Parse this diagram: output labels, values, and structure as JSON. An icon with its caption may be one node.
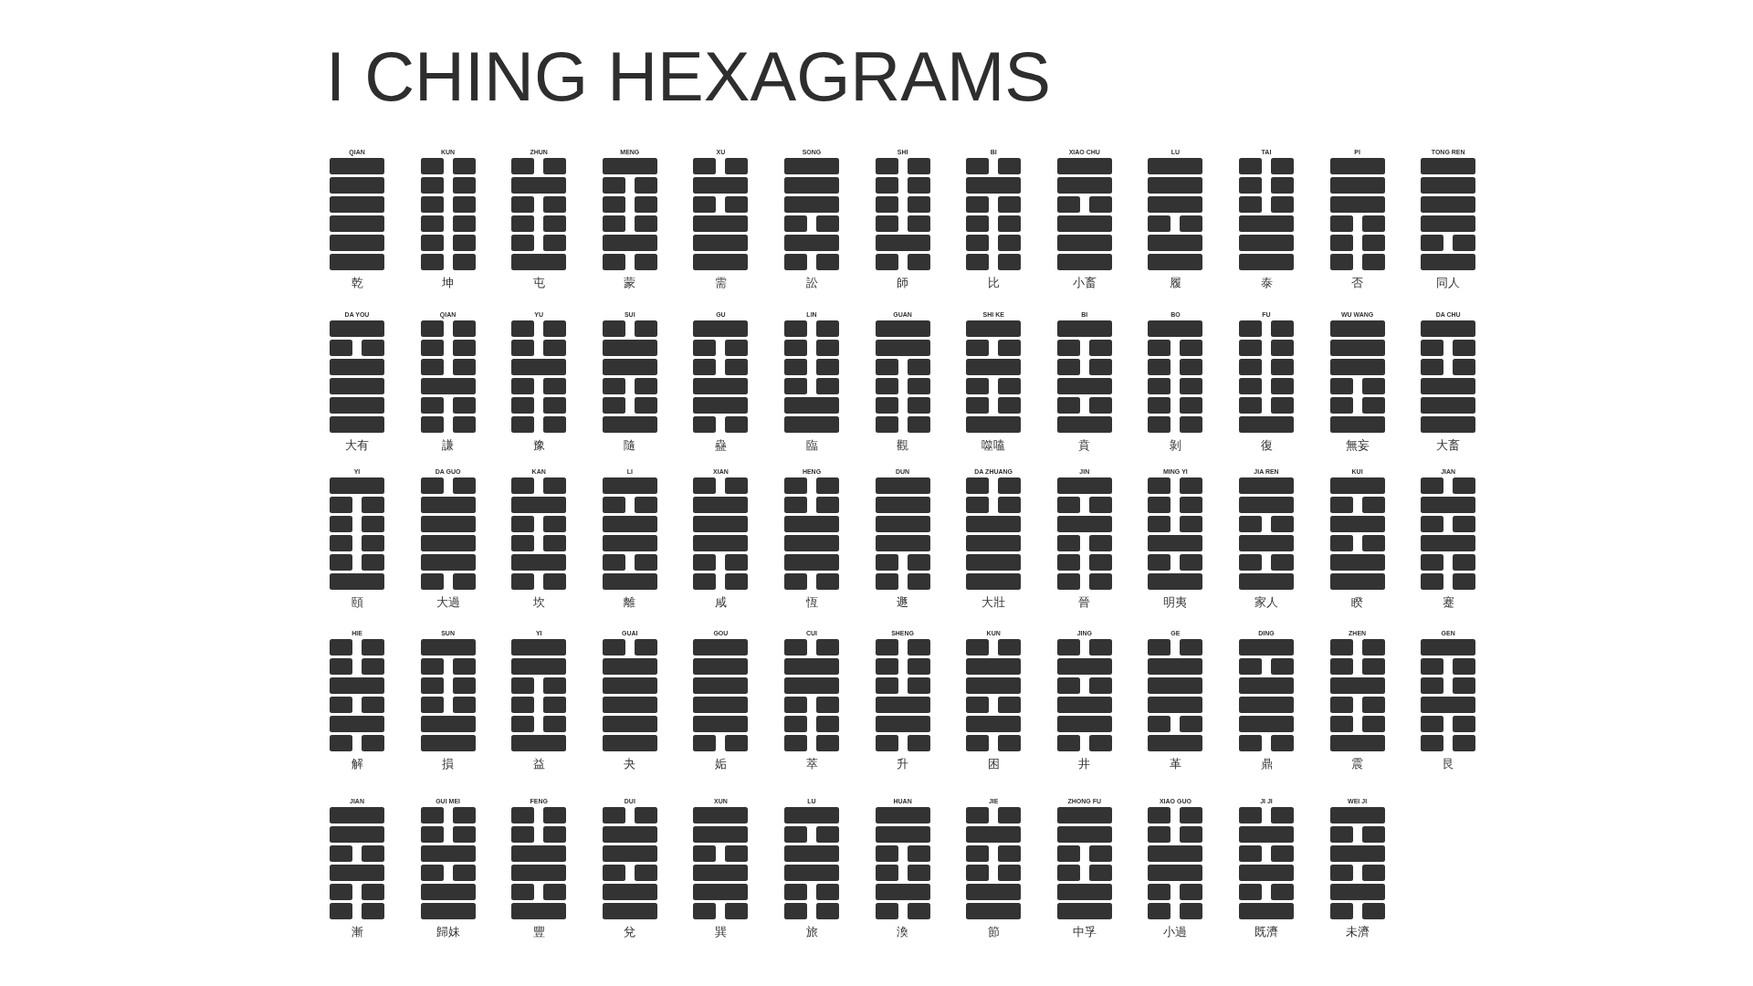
{
  "diagram": {
    "title": "I CHING HEXAGRAMS",
    "nodes": [
      {
        "text": [
          "QIAN",
          "乾"
        ]
      },
      {
        "text": [
          "KUN",
          "坤"
        ]
      },
      {
        "text": [
          "ZHUN",
          "屯"
        ]
      },
      {
        "text": [
          "MENG",
          "蒙"
        ]
      },
      {
        "text": [
          "XU",
          "需"
        ]
      },
      {
        "text": [
          "SONG",
          "訟"
        ]
      },
      {
        "text": [
          "SHI",
          "師"
        ]
      },
      {
        "text": [
          "BI",
          "比"
        ]
      },
      {
        "text": [
          "XIAO CHU",
          "小畜"
        ]
      },
      {
        "text": [
          "LU",
          "履"
        ]
      },
      {
        "text": [
          "TAI",
          "泰"
        ]
      },
      {
        "text": [
          "PI",
          "否"
        ]
      },
      {
        "text": [
          "TONG REN",
          "同人"
        ]
      },
      {
        "text": [
          "DA YOU",
          "大有"
        ]
      },
      {
        "text": [
          "QIAN",
          "謙"
        ]
      },
      {
        "text": [
          "YU",
          "豫"
        ]
      },
      {
        "text": [
          "SUI",
          "隨"
        ]
      },
      {
        "text": [
          "GU",
          "蠱"
        ]
      },
      {
        "text": [
          "LIN",
          "臨"
        ]
      },
      {
        "text": [
          "GUAN",
          "觀"
        ]
      },
      {
        "text": [
          "SHI KE",
          "噬嗑"
        ]
      },
      {
        "text": [
          "BI",
          "賁"
        ]
      },
      {
        "text": [
          "BO",
          "剝"
        ]
      },
      {
        "text": [
          "FU",
          "復"
        ]
      },
      {
        "text": [
          "WU WANG",
          "無妄"
        ]
      },
      {
        "text": [
          "DA CHU",
          "大畜"
        ]
      },
      {
        "text": [
          "YI",
          "頤"
        ]
      },
      {
        "text": [
          "DA GUO",
          "大過"
        ]
      },
      {
        "text": [
          "KAN",
          "坎"
        ]
      },
      {
        "text": [
          "LI",
          "離"
        ]
      },
      {
        "text": [
          "XIAN",
          "咸"
        ]
      },
      {
        "text": [
          "HENG",
          "恆"
        ]
      },
      {
        "text": [
          "DUN",
          "遯"
        ]
      },
      {
        "text": [
          "DA ZHUANG",
          "大壯"
        ]
      },
      {
        "text": [
          "JIN",
          "晉"
        ]
      },
      {
        "text": [
          "MING YI",
          "明夷"
        ]
      },
      {
        "text": [
          "JIA REN",
          "家人"
        ]
      },
      {
        "text": [
          "KUI",
          "睽"
        ]
      },
      {
        "text": [
          "JIAN",
          "蹇"
        ]
      },
      {
        "text": [
          "HIE",
          "解"
        ]
      },
      {
        "text": [
          "SUN",
          "損"
        ]
      },
      {
        "text": [
          "YI",
          "益"
        ]
      },
      {
        "text": [
          "GUAI",
          "夬"
        ]
      },
      {
        "text": [
          "GOU",
          "姤"
        ]
      },
      {
        "text": [
          "CUI",
          "萃"
        ]
      },
      {
        "text": [
          "SHENG",
          "升"
        ]
      },
      {
        "text": [
          "KUN",
          "困"
        ]
      },
      {
        "text": [
          "JING",
          "井"
        ]
      },
      {
        "text": [
          "GE",
          "革"
        ]
      },
      {
        "text": [
          "DING",
          "鼎"
        ]
      },
      {
        "text": [
          "ZHEN",
          "震"
        ]
      },
      {
        "text": [
          "GEN",
          "艮"
        ]
      },
      {
        "text": [
          "JIAN",
          "漸"
        ]
      },
      {
        "text": [
          "GUI MEI",
          "歸妹"
        ]
      },
      {
        "text": [
          "FENG",
          "豐"
        ]
      },
      {
        "text": [
          "DUI",
          "兌"
        ]
      },
      {
        "text": [
          "XUN",
          "巽"
        ]
      },
      {
        "text": [
          "LU",
          "旅"
        ]
      },
      {
        "text": [
          "HUAN",
          "渙"
        ]
      },
      {
        "text": [
          "JIE",
          "節"
        ]
      },
      {
        "text": [
          "ZHONG FU",
          "中孚"
        ]
      },
      {
        "text": [
          "XIAO GUO",
          "小過"
        ]
      },
      {
        "text": [
          "JI JI",
          "既濟"
        ]
      },
      {
        "text": [
          "WEI JI",
          "未濟"
        ]
      }
    ]
  }
}
